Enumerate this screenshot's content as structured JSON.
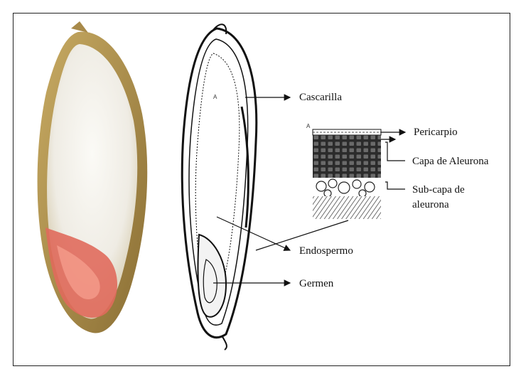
{
  "labels": {
    "hull": "Cascarilla",
    "pericarp": "Pericarpio",
    "aleurone": "Capa de Aleurona",
    "sub_aleurone": "Sub-capa de aleurona",
    "endosperm": "Endospermo",
    "germ": "Germen"
  },
  "tags": {
    "section_a": "A",
    "inset_a": "A"
  },
  "colors": {
    "grain_hull": "#b89a55",
    "endosperm": "#f2f0ea",
    "germ": "#d9534f",
    "ink": "#111111"
  }
}
